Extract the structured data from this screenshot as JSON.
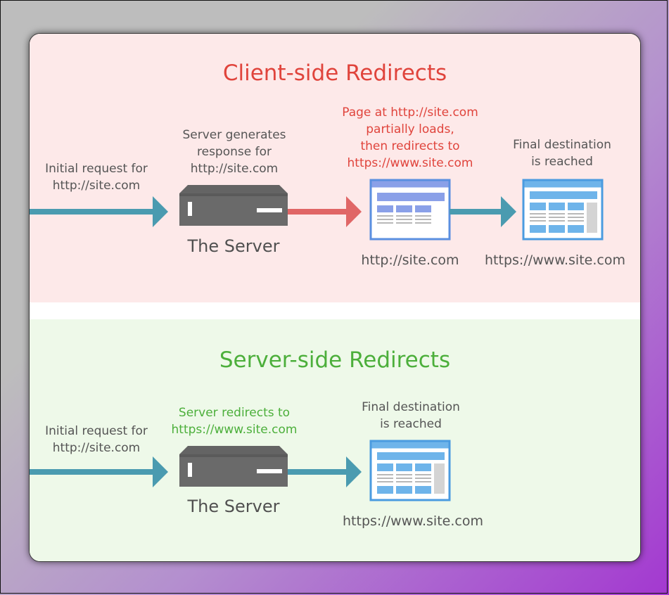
{
  "colors": {
    "client_title": "#e0443c",
    "server_title": "#4caf3b",
    "client_note": "#e0443c",
    "server_note": "#4caf3b",
    "teal_arrow": "#4a9bb0",
    "red_arrow": "#e06666",
    "page_border": "#4a8fe0"
  },
  "client": {
    "title": "Client-side Redirects",
    "initial_request": "Initial request for\nhttp://site.com",
    "server_generates": "Server generates\nresponse for\nhttp://site.com",
    "server_label": "The Server",
    "partial_load_note": "Page at http://site.com\npartially loads,\nthen redirects to\nhttps://www.site.com",
    "intermediate_url": "http://site.com",
    "final_note": "Final destination\nis reached",
    "final_url": "https://www.site.com"
  },
  "server": {
    "title": "Server-side Redirects",
    "initial_request": "Initial request for\nhttp://site.com",
    "redirect_note": "Server redirects to\nhttps://www.site.com",
    "server_label": "The Server",
    "final_note": "Final destination\nis reached",
    "final_url": "https://www.site.com"
  }
}
